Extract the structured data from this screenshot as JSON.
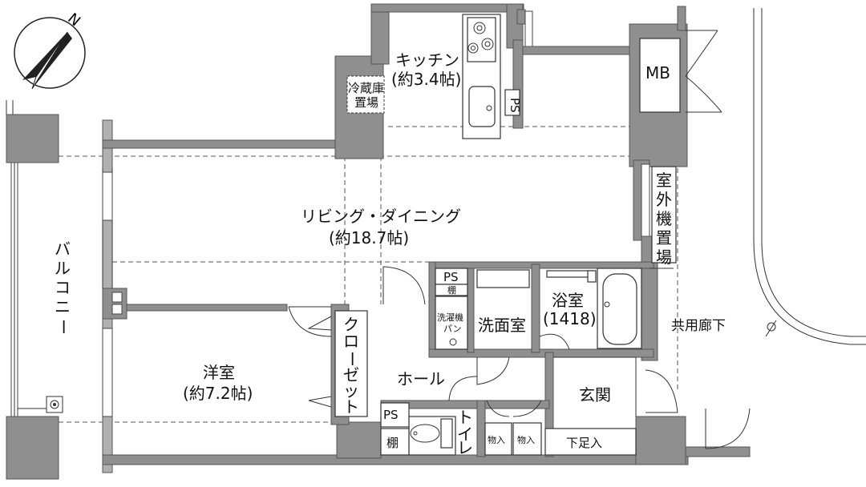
{
  "compass": {
    "north_label": "N"
  },
  "rooms": {
    "kitchen": {
      "name": "キッチン",
      "size": "(約3.4帖)"
    },
    "fridge": {
      "line1": "冷蔵庫",
      "line2": "置場"
    },
    "ps_kitchen": "PS",
    "mb": "MB",
    "outdoor_unit": [
      "室",
      "外",
      "機",
      "置",
      "場"
    ],
    "living": {
      "name": "リビング・ダイニング",
      "size": "(約18.7帖)"
    },
    "balcony": [
      "バ",
      "ル",
      "コ",
      "ニ",
      "ー"
    ],
    "ps_upper": "PS",
    "shelf_upper": "棚",
    "washer": {
      "line1": "洗濯機",
      "line2": "パン"
    },
    "washroom": "洗面室",
    "bath": {
      "name": "浴室",
      "size": "(1418)"
    },
    "corridor": "共用廊下",
    "closet": [
      "ク",
      "ロ",
      "ー",
      "ゼ",
      "ッ",
      "ト"
    ],
    "western": {
      "name": "洋室",
      "size": "(約7.2帖)"
    },
    "hall": "ホール",
    "ps_lower": "PS",
    "shelf_lower": "棚",
    "toilet": [
      "ト",
      "イ",
      "レ"
    ],
    "storage1": "物入",
    "storage2": "物入",
    "entrance": "玄関",
    "shoe_box": "下足入"
  }
}
